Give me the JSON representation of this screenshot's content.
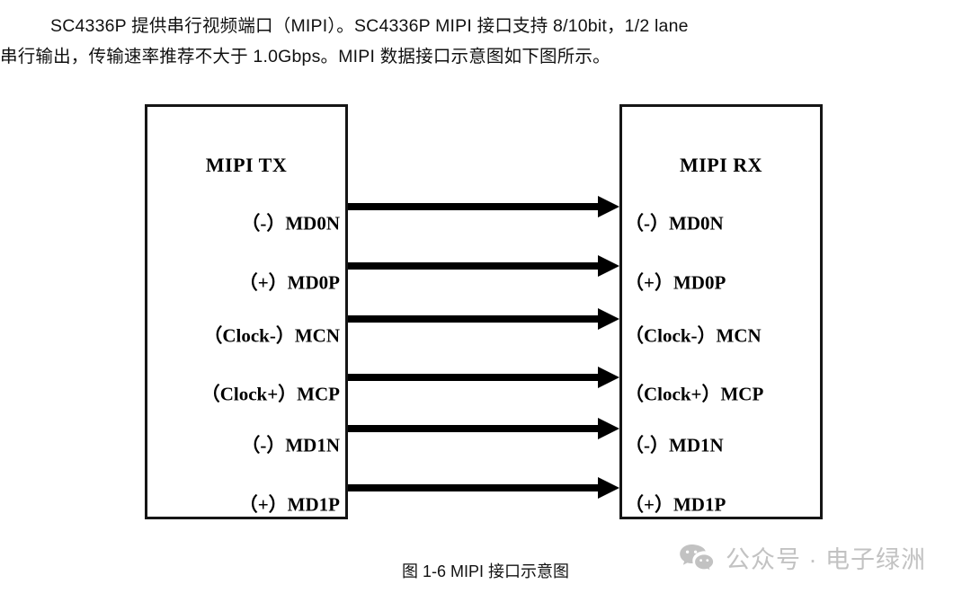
{
  "paragraph": {
    "line1": "SC4336P 提供串行视频端口（MIPI）。SC4336P MIPI 接口支持 8/10bit，1/2 lane",
    "line2": "串行输出，传输速率推荐不大于 1.0Gbps。MIPI 数据接口示意图如下图所示。"
  },
  "diagram": {
    "tx": {
      "title": "MIPI TX",
      "pins": [
        "（-）MD0N",
        "（+）MD0P",
        "（Clock-）MCN",
        "（Clock+）MCP",
        "（-）MD1N",
        "（+）MD1P"
      ]
    },
    "rx": {
      "title": "MIPI RX",
      "pins": [
        "（-）MD0N",
        "（+）MD0P",
        "（Clock-）MCN",
        "（Clock+）MCP",
        "（-）MD1N",
        "（+）MD1P"
      ]
    },
    "signal_direction": "tx-to-rx",
    "line_color": "#000000",
    "box_border_color": "#151515"
  },
  "caption": "图 1-6 MIPI 接口示意图",
  "watermark": {
    "icon": "wechat-icon",
    "text": "公众号 · 电子绿洲",
    "color": "#c2c2c2"
  }
}
